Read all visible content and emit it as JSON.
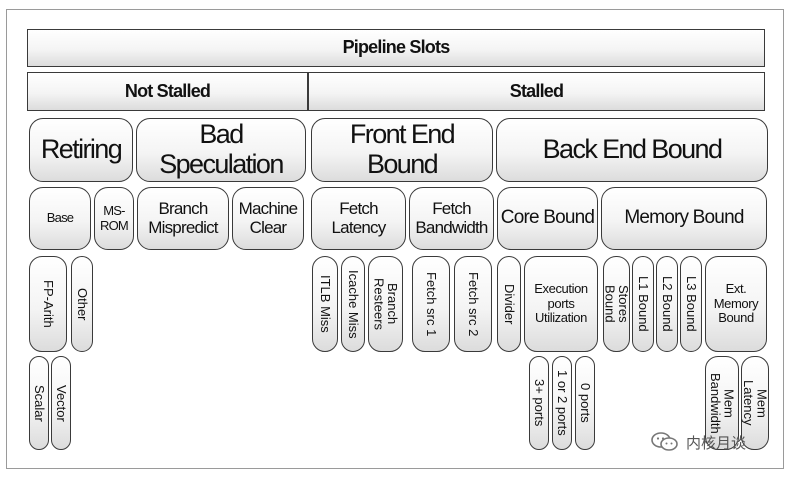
{
  "header": {
    "pipeline_slots": "Pipeline Slots",
    "not_stalled": "Not Stalled",
    "stalled": "Stalled"
  },
  "level1": {
    "retiring": "Retiring",
    "bad_speculation": "Bad Speculation",
    "front_end_bound": "Front End Bound",
    "back_end_bound": "Back End Bound"
  },
  "level2": {
    "base": "Base",
    "ms_rom": "MS-\nROM",
    "branch_mispredict": "Branch\nMispredict",
    "machine_clear": "Machine\nClear",
    "fetch_latency": "Fetch\nLatency",
    "fetch_bandwidth": "Fetch\nBandwidth",
    "core_bound": "Core Bound",
    "memory_bound": "Memory Bound"
  },
  "level3": {
    "fp_arith": "FP-Arith",
    "other": "Other",
    "itlb_miss": "ITLB Miss",
    "icache_miss": "Icache Miss",
    "branch_resteers": "Branch\nResteers",
    "fetch_src1": "Fetch src 1",
    "fetch_src2": "Fetch src 2",
    "divider": "Divider",
    "execution_ports_utilization": "Execution\nports\nUtilization",
    "stores_bound": "Stores\nBound",
    "l1_bound": "L1 Bound",
    "l2_bound": "L2 Bound",
    "l3_bound": "L3 Bound",
    "ext_memory_bound": "Ext.\nMemory\nBound"
  },
  "level4": {
    "scalar": "Scalar",
    "vector": "Vector",
    "three_plus_ports": "3+ ports",
    "one_or_two_ports": "1 or 2 ports",
    "zero_ports": "0 ports",
    "mem_bandwidth": "Mem\nBandwidth",
    "mem_latency": "Mem\nLatency"
  },
  "watermark": {
    "text": "内核月谈",
    "icon": "wechat-icon"
  }
}
